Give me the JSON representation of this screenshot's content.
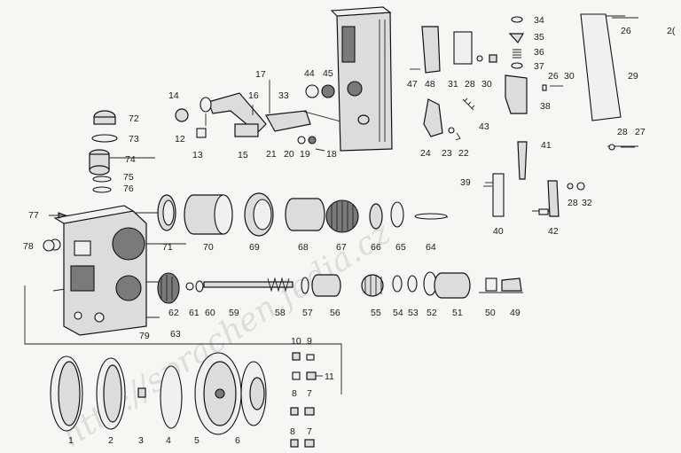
{
  "watermark": "http://sprachen.fedia.cz",
  "labels": {
    "l1": "1",
    "l2": "2",
    "l3": "3",
    "l4": "4",
    "l5": "5",
    "l6": "6",
    "l7a": "7",
    "l7b": "7",
    "l8a": "8",
    "l8b": "8",
    "l9": "9",
    "l10": "10",
    "l11": "11",
    "l12": "12",
    "l13": "13",
    "l14": "14",
    "l15": "15",
    "l16": "16",
    "l17": "17",
    "l18": "18",
    "l19": "19",
    "l20": "20",
    "l21": "21",
    "l22": "22",
    "l23": "23",
    "l24": "24",
    "l26a": "26",
    "l26b": "26",
    "l27": "27",
    "l28a": "28",
    "l28b": "28",
    "l28c": "28",
    "l29": "29",
    "l30a": "30",
    "l30b": "30",
    "l31": "31",
    "l32": "32",
    "l33": "33",
    "l34": "34",
    "l35": "35",
    "l36": "36",
    "l37": "37",
    "l38": "38",
    "l39": "39",
    "l40": "40",
    "l41": "41",
    "l42": "42",
    "l43": "43",
    "l44": "44",
    "l45": "45",
    "l47": "47",
    "l48": "48",
    "l49": "49",
    "l50": "50",
    "l51": "51",
    "l52": "52",
    "l53": "53",
    "l54": "54",
    "l55": "55",
    "l56": "56",
    "l57": "57",
    "l58": "58",
    "l59": "59",
    "l60": "60",
    "l61": "61",
    "l62": "62",
    "l63": "63",
    "l64": "64",
    "l65": "65",
    "l66": "66",
    "l67": "67",
    "l68": "68",
    "l69": "69",
    "l70": "70",
    "l71": "71",
    "l72": "72",
    "l73": "73",
    "l74": "74",
    "l75": "75",
    "l76": "76",
    "l77": "77",
    "l78": "78",
    "l79": "79",
    "l2x": "2("
  }
}
